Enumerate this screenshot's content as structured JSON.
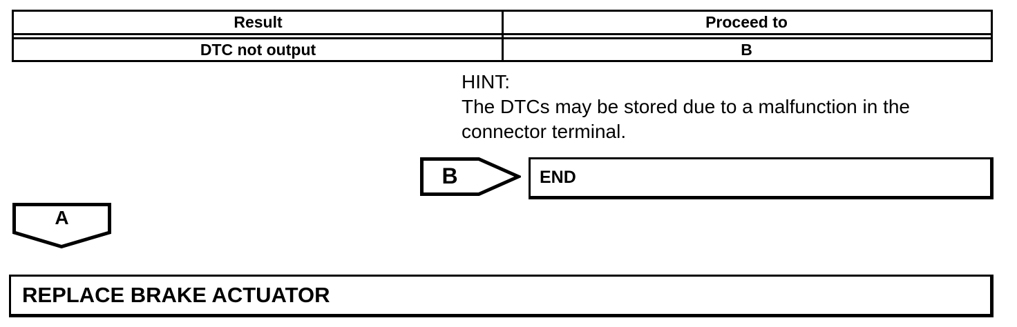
{
  "table": {
    "columns": [
      "Result",
      "Proceed to"
    ],
    "rows": [
      [
        "DTC not output",
        "B"
      ]
    ]
  },
  "hint": {
    "lines": [
      "HINT:",
      "The DTCs may be stored due to a malfunction in the",
      "connector terminal."
    ]
  },
  "flow": {
    "connector_b_label": "B",
    "end_box_label": "END",
    "connector_a_label": "A",
    "replace_box_label": "REPLACE BRAKE ACTUATOR"
  },
  "colors": {
    "ink": "#000000",
    "paper": "#ffffff"
  }
}
